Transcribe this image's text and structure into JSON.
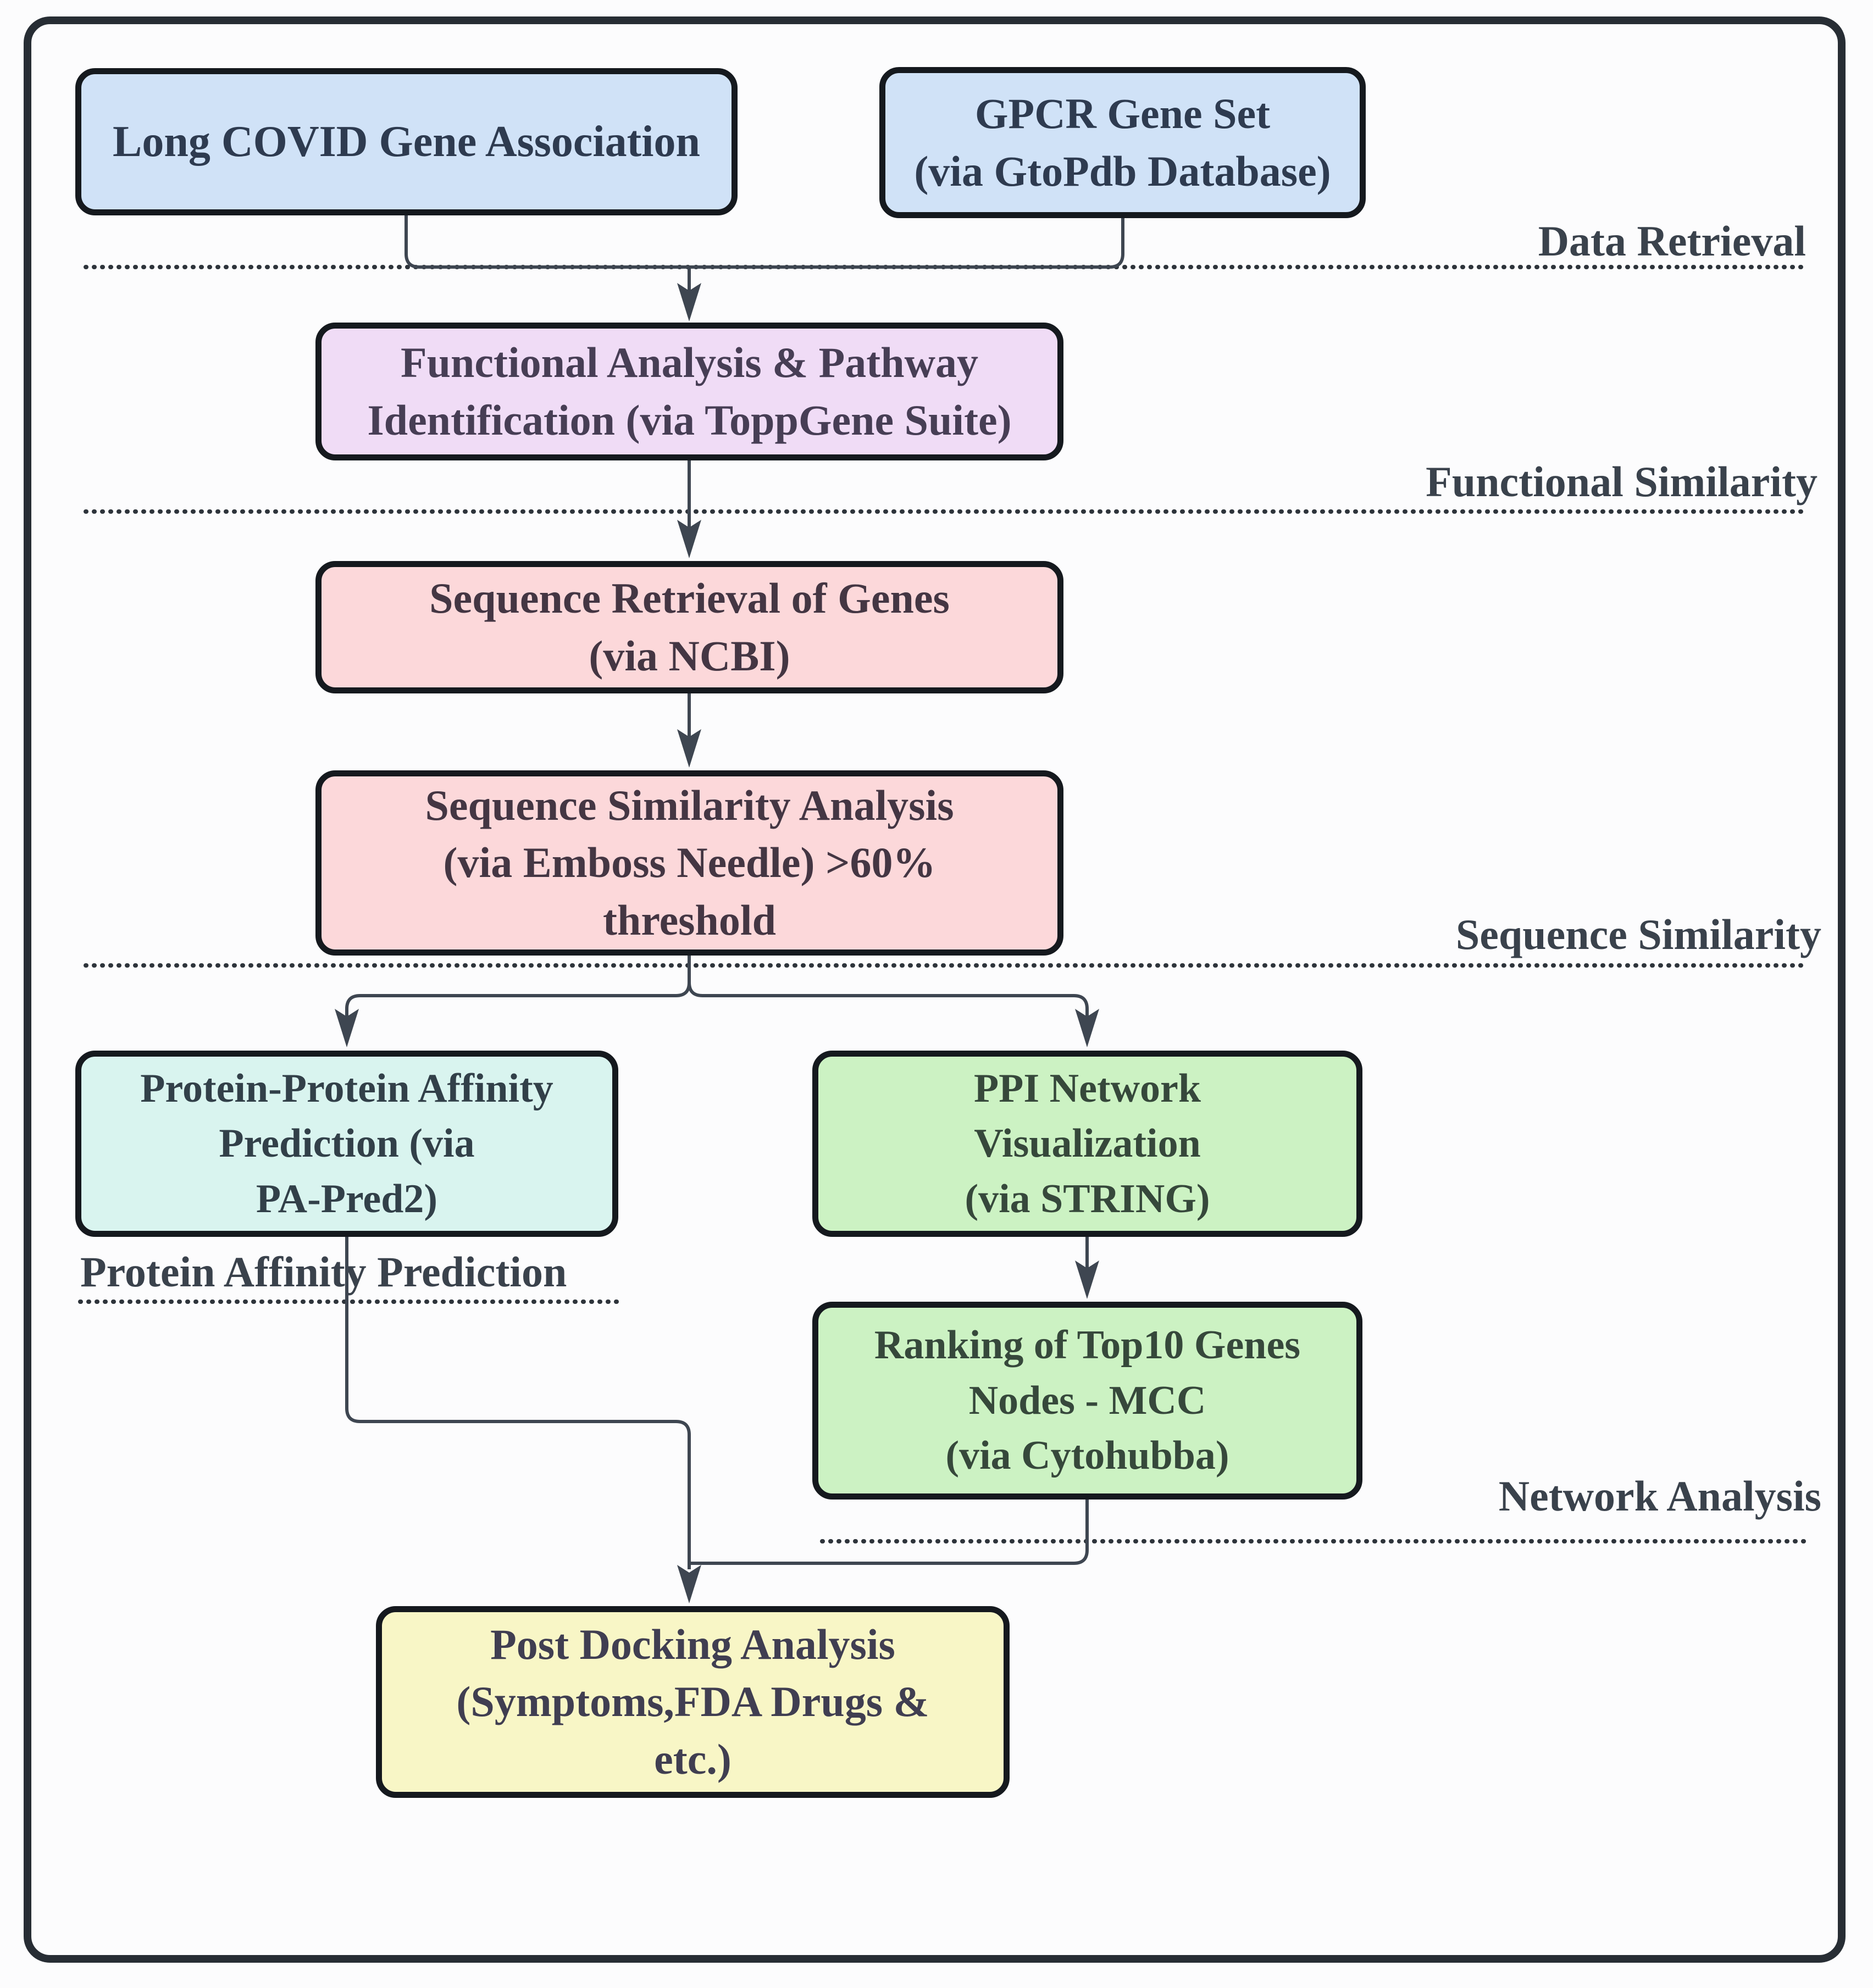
{
  "palette": {
    "background": "#fcfcfd",
    "frame_border": "#272d34",
    "box_border": "#15191e",
    "connector_line": "#3e4651",
    "dotted_line": "#2e343b",
    "stage_label_text": "#3a424c",
    "blue_box_bg": "#d0e2f7",
    "purple_box_bg": "#f0dcf6",
    "pink_box_bg": "#fcd8da",
    "cyan_box_bg": "#d9f4ef",
    "green_box_bg": "#ccf2c3",
    "yellow_box_bg": "#f8f6c6"
  },
  "boxes": {
    "long_covid": {
      "label": "Long COVID Gene Association",
      "bg": "#d0e2f7"
    },
    "gpcr": {
      "label": "GPCR Gene Set\n(via GtoPdb Database)",
      "bg": "#d0e2f7"
    },
    "functional": {
      "label": "Functional Analysis & Pathway\nIdentification (via ToppGene Suite)",
      "bg": "#f0dcf6"
    },
    "seq_retrieval": {
      "label": "Sequence Retrieval of Genes\n(via NCBI)",
      "bg": "#fcd8da"
    },
    "seq_similarity": {
      "label": "Sequence Similarity Analysis\n(via Emboss Needle) >60%\nthreshold",
      "bg": "#fcd8da"
    },
    "protein_affinity": {
      "label": "Protein-Protein Affinity\nPrediction (via\nPA-Pred2)",
      "bg": "#d9f4ef"
    },
    "ppi_network": {
      "label": "PPI Network\nVisualization\n(via STRING)",
      "bg": "#ccf2c3"
    },
    "ranking": {
      "label": "Ranking of Top10 Genes\nNodes - MCC\n(via Cytohubba)",
      "bg": "#ccf2c3"
    },
    "post_docking": {
      "label": "Post Docking Analysis\n(Symptoms,FDA Drugs &\netc.)",
      "bg": "#f8f6c6"
    }
  },
  "stage_labels": {
    "data_retrieval": "Data Retrieval",
    "functional_similarity": "Functional Similarity",
    "sequence_similarity": "Sequence Similarity",
    "protein_affinity_prediction": "Protein Affinity Prediction",
    "network_analysis": "Network Analysis"
  }
}
